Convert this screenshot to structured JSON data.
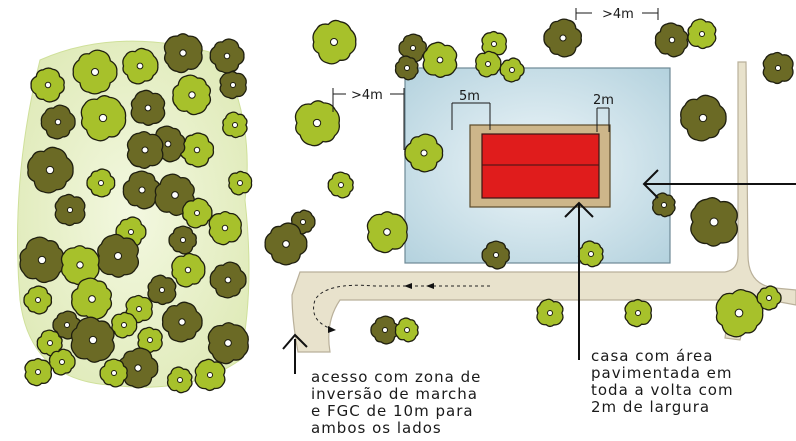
{
  "dimensions": {
    "setback_top": ">4m",
    "setback_left": ">4m",
    "house_width": "5m",
    "paving_width": "2m"
  },
  "notes": {
    "access": [
      "acesso com zona de",
      "inversão de marcha",
      "e FGC de 10m para",
      "ambos os lados"
    ],
    "house": [
      "casa com área",
      "pavimentada  em",
      "toda a volta com",
      "2m de largura"
    ]
  },
  "colors": {
    "tree_dark": "#6b6a25",
    "tree_light": "#a7c12b",
    "forest_area": "#e9f2c9",
    "cleared_zone": "#c4dde6",
    "road": "#e8e2cc",
    "paving": "#cdb68a",
    "house": "#e01c1c"
  }
}
